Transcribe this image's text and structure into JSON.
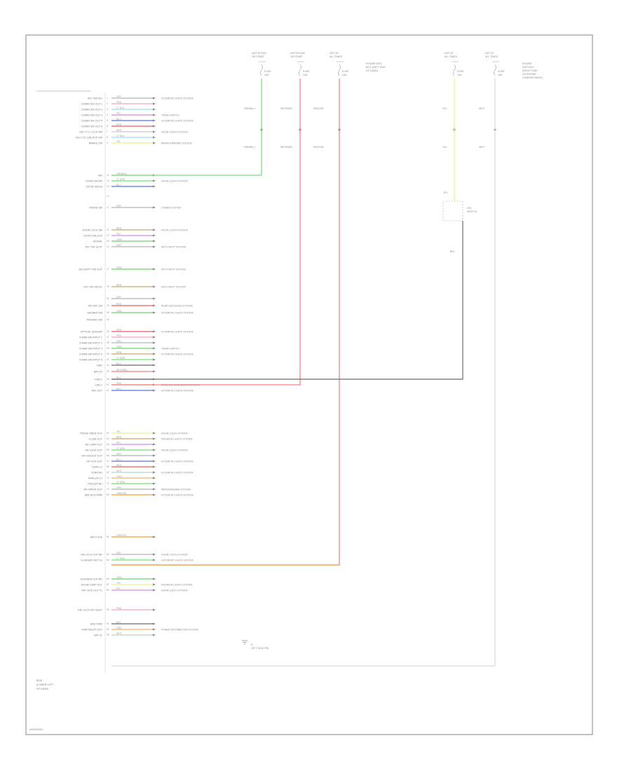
{
  "diagram": {
    "figure_code": "W0000000",
    "left_caption": [
      "BCM",
      "(LOWER LEFT",
      "OF DASH)"
    ],
    "top_fuse_labels": [
      [
        "HOT IN RUN",
        "OR START"
      ],
      [
        "HOT IN RUN",
        "OR START"
      ],
      [
        "HOT AT",
        "ALL TIMES"
      ],
      [
        "HOT AT",
        "ALL TIMES"
      ],
      [
        "HOT AT",
        "ALL TIMES"
      ]
    ],
    "fuse_box_note": [
      "POWER DIST",
      "BOX (LEFT SIDE",
      "OF DASH)"
    ],
    "fuse_box_note_right": [
      "POWER",
      "DIST BOX",
      "(RIGHT SIDE",
      "OF ENGINE",
      "COMPARTMENT)"
    ],
    "fuses": [
      {
        "name": "FUSE",
        "sub": "10A"
      },
      {
        "name": "FUSE",
        "sub": "10A"
      },
      {
        "name": "FUSE",
        "sub": "10A"
      },
      {
        "name": "FUSE",
        "sub": "10A"
      },
      {
        "name": "FUSE",
        "sub": "15A"
      }
    ],
    "top_wire_colors": [
      "GRN/BLU",
      "WHT/RED",
      "RED/YEL",
      "YEL",
      "WHT"
    ],
    "ign_switch_label": [
      "IGN",
      "SWITCH"
    ],
    "ground_label": [
      "G",
      "LEFT KICK PNL"
    ],
    "connector_c_label": "C1",
    "pin_rows": [
      {
        "pin": "1",
        "label": "KEY SW SIG",
        "color": "GRY",
        "dest": "EXTERIOR LIGHTS SYSTEM"
      },
      {
        "pin": "2",
        "label": "COMBI SW OUT 1",
        "color": "PNK",
        "dest": ""
      },
      {
        "pin": "3",
        "label": "COMBI SW OUT 2",
        "color": "LT BLU",
        "dest": ""
      },
      {
        "pin": "4",
        "label": "COMBI SW OUT 3",
        "color": "PPL",
        "dest": "TRANS SWITCH"
      },
      {
        "pin": "5",
        "label": "COMBI SW OUT 4",
        "color": "BLU",
        "dest": "EXTERIOR LIGHTS SYSTEM"
      },
      {
        "pin": "6",
        "label": "COMBI SW OUT 5",
        "color": "RED",
        "dest": ""
      },
      {
        "pin": "7",
        "label": "KEY CYL LOCK SW",
        "color": "WHT",
        "dest": "DOOR LOCKS SYSTEM"
      },
      {
        "pin": "8",
        "label": "KEY CYL UNLOCK SW",
        "color": "LT BLU",
        "dest": ""
      },
      {
        "pin": "9",
        "label": "BRAKE SW",
        "color": "YEL",
        "dest": "BRAKE WARNING SYSTEM"
      },
      {
        "pin": "11",
        "label": "IGN",
        "color": "GRN/BLU",
        "dest": ""
      },
      {
        "pin": "12",
        "label": "DOOR SW DR",
        "color": "LT GRN",
        "dest": "DOOR LOCKS SYSTEM"
      },
      {
        "pin": "13",
        "label": "DOOR SW AS",
        "color": "BLU",
        "dest": ""
      },
      {
        "pin": "17",
        "label": "TRUNK SW",
        "color": "GRY",
        "dest": "CHIMES SYSTEM"
      },
      {
        "pin": "21",
        "label": "DOOR LOCK SW",
        "color": "BRN",
        "dest": "DOOR LOCKS SYSTEM"
      },
      {
        "pin": "22",
        "label": "DOOR UNLOCK",
        "color": "PPL",
        "dest": ""
      },
      {
        "pin": "23",
        "label": "SIGNAL",
        "color": "GRN",
        "dest": ""
      },
      {
        "pin": "24",
        "label": "KEY SW SLOT",
        "color": "GRY",
        "dest": "ANTI-THEFT SYSTEM"
      },
      {
        "pin": "27",
        "label": "SECURITY IND OUT",
        "color": "GRN",
        "dest": "ANTI-THEFT SYSTEM"
      },
      {
        "pin": "30",
        "label": "KEY SW SIG RL",
        "color": "BRN",
        "dest": "ANTI-THEFT SYSTEM"
      },
      {
        "pin": "31",
        "label": "",
        "color": "GRY",
        "dest": ""
      },
      {
        "pin": "32",
        "label": "RR DEF SW",
        "color": "RED",
        "dest": "REAR DEFOGGER SYSTEM"
      },
      {
        "pin": "33",
        "label": "HAZARD SW",
        "color": "GRN",
        "dest": "EXTERIOR LIGHTS SYSTEM"
      },
      {
        "pin": "34",
        "label": "PASSING SW",
        "color": "",
        "dest": ""
      },
      {
        "pin": "36",
        "label": "OPTICAL SENSOR",
        "color": "RED",
        "dest": "EXTERIOR LIGHTS SYSTEM"
      },
      {
        "pin": "37",
        "label": "COMBI SW INPUT 1",
        "color": "PNK",
        "dest": ""
      },
      {
        "pin": "38",
        "label": "COMBI SW INPUT 2",
        "color": "GRY",
        "dest": ""
      },
      {
        "pin": "39",
        "label": "COMBI SW INPUT 3",
        "color": "GRN",
        "dest": "TRANS SWITCH"
      },
      {
        "pin": "40",
        "label": "COMBI SW INPUT 4",
        "color": "BRN",
        "dest": "EXTERIOR LIGHTS SYSTEM"
      },
      {
        "pin": "41",
        "label": "COMBI SW INPUT 5",
        "color": "LT GRN",
        "dest": ""
      },
      {
        "pin": "42",
        "label": "GND",
        "color": "BLK",
        "dest": ""
      },
      {
        "pin": "55",
        "label": "BAT (F)",
        "color": "WHT/RED",
        "dest": ""
      },
      {
        "pin": "56",
        "label": "CAN H",
        "color": "BLU",
        "dest": ""
      },
      {
        "pin": "57",
        "label": "CAN L",
        "color": "PNK",
        "dest": "DATA LINK CONNECTOR SYSTEM"
      },
      {
        "pin": "61",
        "label": "TAIL OUT",
        "color": "BLU",
        "dest": "EXTERIOR LIGHTS SYSTEM"
      },
      {
        "pin": "62",
        "label": "TRUNK OPEN OUT",
        "color": "YEL",
        "dest": "DOOR LOCKS SYSTEM"
      },
      {
        "pin": "63",
        "label": "ILLUM OUT",
        "color": "BRN",
        "dest": "INTERIOR LIGHTS SYSTEM"
      },
      {
        "pin": "64",
        "label": "RR LAMP OUT",
        "color": "PPL",
        "dest": ""
      },
      {
        "pin": "65",
        "label": "DR LOCK OUT",
        "color": "LT GRN",
        "dest": "DOOR LOCKS SYSTEM"
      },
      {
        "pin": "66",
        "label": "DR UNLOCK OUT",
        "color": "GRY",
        "dest": ""
      },
      {
        "pin": "67",
        "label": "FR FOG OUT",
        "color": "BLU",
        "dest": "EXTERIOR LIGHTS SYSTEM"
      },
      {
        "pin": "68",
        "label": "TURN LH",
        "color": "RED",
        "dest": ""
      },
      {
        "pin": "69",
        "label": "TURN RH",
        "color": "WHT",
        "dest": "EXTERIOR LIGHTS SYSTEM"
      },
      {
        "pin": "70",
        "label": "TRAILER LH",
        "color": "ORN",
        "dest": ""
      },
      {
        "pin": "71",
        "label": "TRAILER RH",
        "color": "LT GRN",
        "dest": ""
      },
      {
        "pin": "76",
        "label": "RR WIPER OUT",
        "color": "GRY",
        "dest": "WIPER/WASHER SYSTEM"
      },
      {
        "pin": "80",
        "label": "BAT BCM PWR",
        "color": "ORN/YEL",
        "dest": "EXTERIOR LIGHTS SYSTEM"
      },
      {
        "pin": "81",
        "label": "BAT FUSE",
        "color": "ORN/YEL",
        "dest": ""
      },
      {
        "pin": "83",
        "label": "RR LOCK OUT RR",
        "color": "GRY",
        "dest": "DOOR LOCKS SYSTEM"
      },
      {
        "pin": "84",
        "label": "FLASHER OUT LH",
        "color": "LT GRN",
        "dest": "EXTERIOR LIGHTS SYSTEM"
      },
      {
        "pin": "85",
        "label": "FLASHER OUT RH",
        "color": "GRN",
        "dest": ""
      },
      {
        "pin": "87",
        "label": "ROOM LAMP OUT",
        "color": "YEL",
        "dest": "INTERIOR LIGHTS SYSTEM"
      },
      {
        "pin": "89",
        "label": "RR LOCK OUT FL",
        "color": "PPL",
        "dest": "DOOR LOCKS SYSTEM"
      },
      {
        "pin": "90",
        "label": "RR LOCK OUT ASSY",
        "color": "PNK",
        "dest": ""
      },
      {
        "pin": "91",
        "label": "GND PWR",
        "color": "BLK",
        "dest": ""
      },
      {
        "pin": "92",
        "label": "PWR RELAY OUT",
        "color": "ORN",
        "dest": "POWER DISTRIBUTION SYSTEM"
      },
      {
        "pin": "93",
        "label": "BAT FL",
        "color": "WHT",
        "dest": ""
      }
    ]
  }
}
